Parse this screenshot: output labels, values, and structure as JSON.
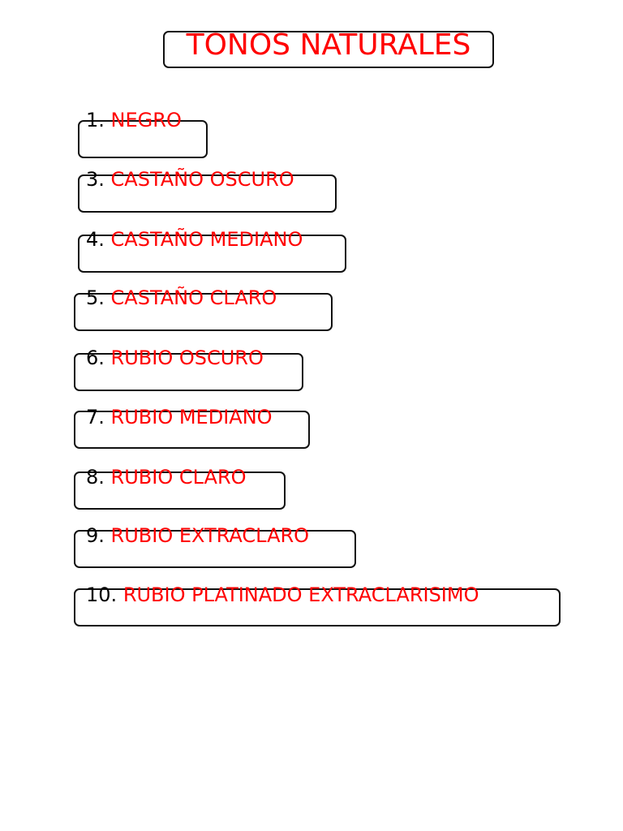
{
  "title": "TONOS NATURALES",
  "items": [
    {
      "number": "1.",
      "name": "NEGRO"
    },
    {
      "number": "3.",
      "name": "CASTAÑO OSCURO"
    },
    {
      "number": "4.",
      "name": "CASTAÑO MEDIANO"
    },
    {
      "number": "5.",
      "name": "CASTAÑO CLARO"
    },
    {
      "number": "6.",
      "name": "RUBIO OSCURO"
    },
    {
      "number": "7.",
      "name": "RUBIO MEDIANO"
    },
    {
      "number": "8.",
      "name": "RUBIO CLARO"
    },
    {
      "number": "9.",
      "name": "RUBIO EXTRACLARO"
    },
    {
      "number": "10.",
      "name": "RUBIO PLATINADO EXTRACLARISIMO"
    }
  ],
  "colors": {
    "title": "#ff0000",
    "name": "#ff0000",
    "number": "#000000",
    "border": "#111111"
  }
}
